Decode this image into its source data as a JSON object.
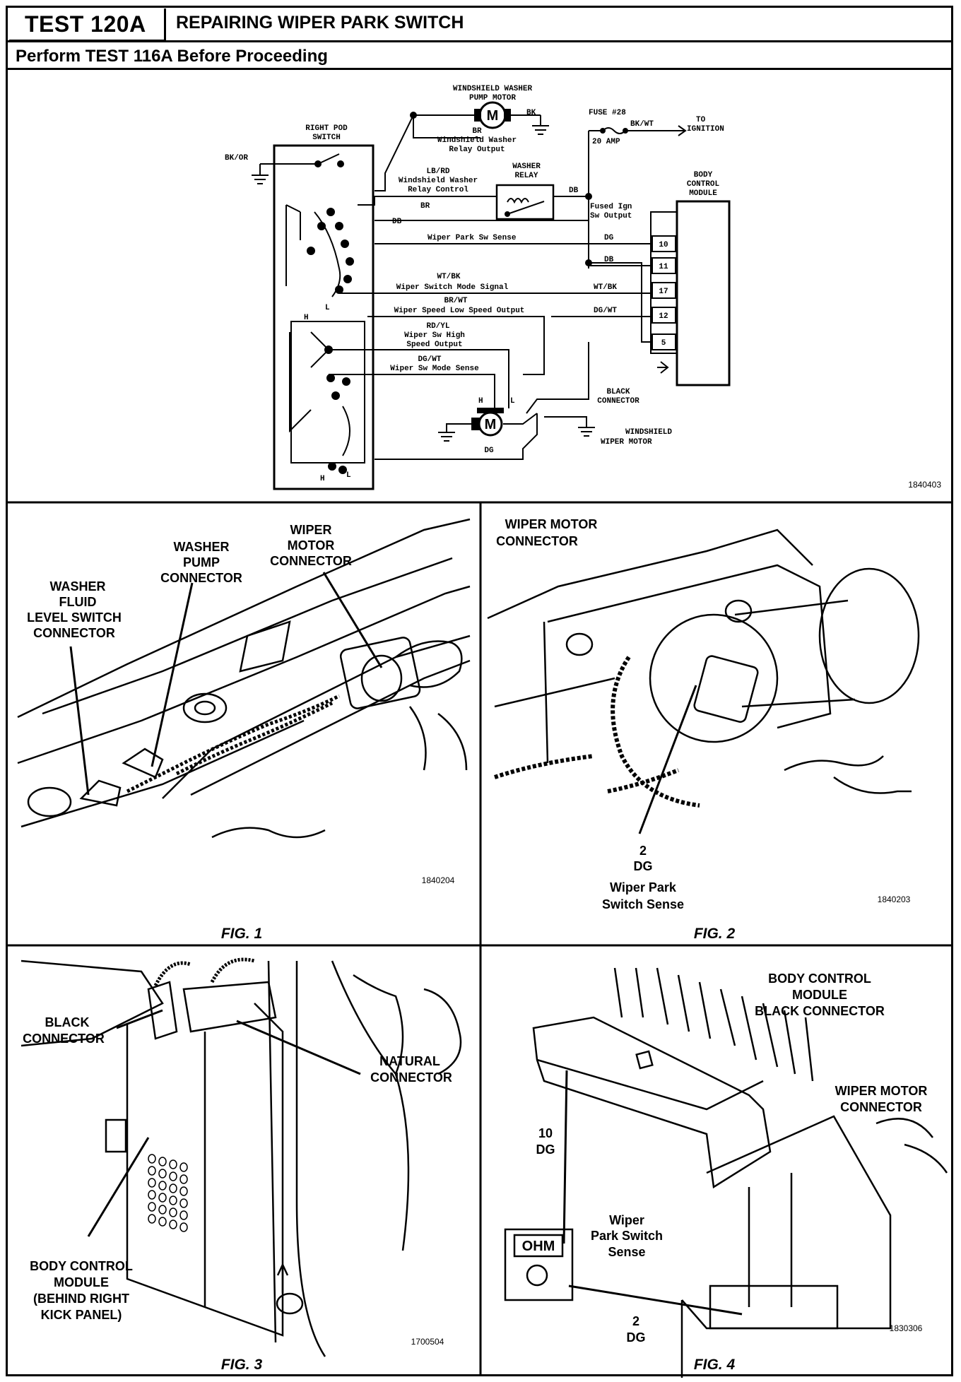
{
  "header": {
    "test_id": "TEST 120A",
    "title": "REPAIRING WIPER PARK SWITCH",
    "subtitle": "Perform TEST 116A Before Proceeding"
  },
  "schematic": {
    "image_number": "1840403",
    "labels": {
      "washer_pump_motor": [
        "WINDSHIELD WASHER",
        "PUMP MOTOR"
      ],
      "motor_symbol": "M",
      "bk": "BK",
      "right_pod_switch": [
        "RIGHT POD",
        "SWITCH"
      ],
      "bk_or": "BK/OR",
      "br_washer_relay_output": [
        "BR",
        "Windshield Washer",
        "Relay Output"
      ],
      "washer_relay": [
        "WASHER",
        "RELAY"
      ],
      "lb_rd_relay_control": [
        "LB/RD",
        "Windshield Washer",
        "Relay Control"
      ],
      "fuse": "FUSE #28",
      "fuse_amp": "20 AMP",
      "bk_wt": "BK/WT",
      "to_ignition": [
        "TO",
        "IGNITION"
      ],
      "body_control_module": [
        "BODY",
        "CONTROL",
        "MODULE"
      ],
      "br": "BR",
      "db": "DB",
      "fused_ign": [
        "Fused Ign",
        "Sw Output"
      ],
      "wiper_park_sense": "Wiper Park Sw Sense",
      "dg": "DG",
      "wt_bk_mode_signal": [
        "WT/BK",
        "Wiper Switch Mode Signal"
      ],
      "wt_bk": "WT/BK",
      "br_wt_low_output": [
        "BR/WT",
        "Wiper Speed Low Speed Output"
      ],
      "dg_wt": "DG/WT",
      "rd_yl_high_output": [
        "RD/YL",
        "Wiper Sw High",
        "Speed Output"
      ],
      "dg_wt_mode_sense": [
        "DG/WT",
        "Wiper Sw Mode Sense"
      ],
      "pins": [
        "10",
        "11",
        "17",
        "12",
        "5"
      ],
      "black_connector": [
        "BLACK",
        "CONNECTOR"
      ],
      "windshield_wiper_motor": [
        "WINDSHIELD",
        "WIPER MOTOR"
      ],
      "h": "H",
      "l": "L"
    }
  },
  "fig1": {
    "caption": "FIG. 1",
    "image_number": "1840204",
    "washer_fluid_switch": [
      "WASHER",
      "FLUID",
      "LEVEL SWITCH",
      "CONNECTOR"
    ],
    "washer_pump_connector": [
      "WASHER",
      "PUMP",
      "CONNECTOR"
    ],
    "wiper_motor_connector": [
      "WIPER",
      "MOTOR",
      "CONNECTOR"
    ]
  },
  "fig2": {
    "caption": "FIG. 2",
    "image_number": "1840203",
    "wiper_motor_connector": [
      "WIPER MOTOR",
      "CONNECTOR"
    ],
    "pin_callout": [
      "2",
      "DG",
      "Wiper Park",
      "Switch Sense"
    ]
  },
  "fig3": {
    "caption": "FIG. 3",
    "image_number": "1700504",
    "black_connector": [
      "BLACK",
      "CONNECTOR"
    ],
    "natural_connector": [
      "NATURAL",
      "CONNECTOR"
    ],
    "body_control_module": [
      "BODY CONTROL",
      "MODULE",
      "(BEHIND RIGHT",
      "KICK PANEL)"
    ]
  },
  "fig4": {
    "caption": "FIG. 4",
    "image_number": "1830306",
    "bcm_black_connector": [
      "BODY CONTROL",
      "MODULE",
      "BLACK CONNECTOR"
    ],
    "wiper_motor_connector": [
      "WIPER MOTOR",
      "CONNECTOR"
    ],
    "pin10": [
      "10",
      "DG"
    ],
    "wiper_park_sense": [
      "Wiper",
      "Park Switch",
      "Sense"
    ],
    "pin2": [
      "2",
      "DG"
    ],
    "ohm": "OHM"
  }
}
